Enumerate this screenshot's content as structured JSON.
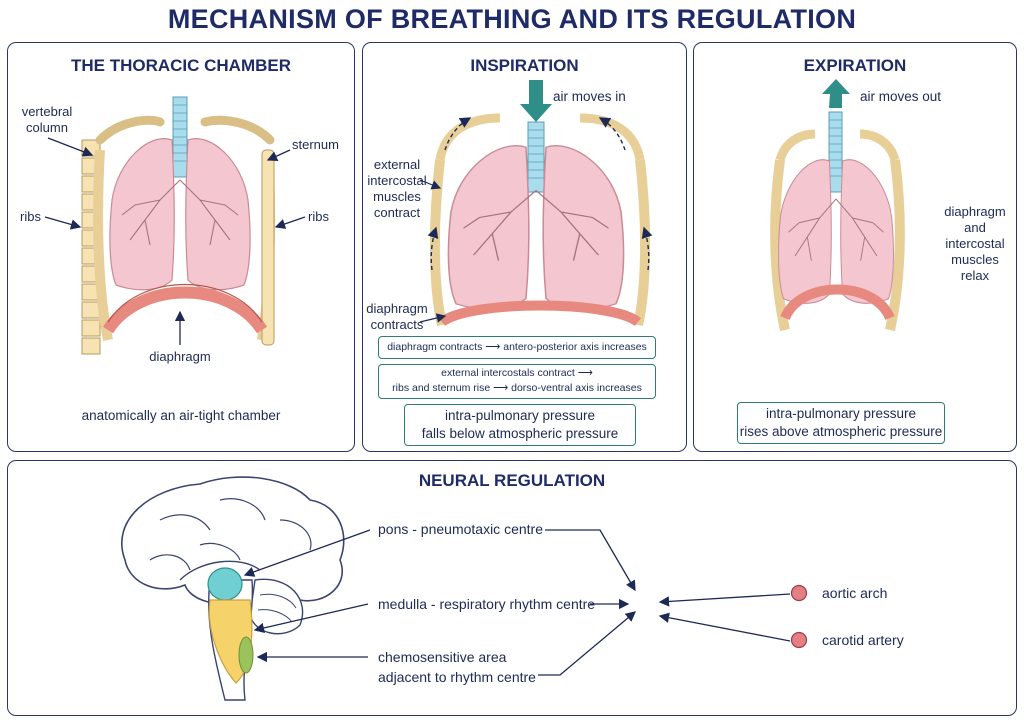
{
  "title": "MECHANISM OF BREATHING AND ITS REGULATION",
  "thoracic": {
    "title": "THE THORACIC CHAMBER",
    "vertebral_column": "vertebral\ncolumn",
    "sternum": "sternum",
    "ribs_left": "ribs",
    "ribs_right": "ribs",
    "diaphragm": "diaphragm",
    "caption": "anatomically an air-tight chamber"
  },
  "inspiration": {
    "title": "INSPIRATION",
    "air": "air moves in",
    "muscles": "external\nintercostal\nmuscles\ncontract",
    "diaphragm": "diaphragm\ncontracts",
    "box1_a": "diaphragm contracts",
    "box1_b": "antero-posterior axis increases",
    "box2_a": "external intercostals contract",
    "box2_b": "ribs and sternum rise",
    "box2_c": "dorso-ventral axis increases",
    "pressure": "intra-pulmonary pressure\nfalls below atmospheric pressure"
  },
  "expiration": {
    "title": "EXPIRATION",
    "air": "air moves out",
    "relax": "diaphragm\nand\nintercostal\nmuscles\nrelax",
    "pressure": "intra-pulmonary pressure\nrises above atmospheric pressure"
  },
  "neural": {
    "title": "NEURAL REGULATION",
    "pons": "pons  -  pneumotaxic centre",
    "medulla": "medulla  -  respiratory rhythm centre",
    "chemo": "chemosensitive area\nadjacent to rhythm centre",
    "aortic": "aortic arch",
    "carotid": "carotid artery"
  },
  "colors": {
    "navy": "#1e2b66",
    "lung": "#f4c6cf",
    "trachea": "#a9dcec",
    "diaphragm": "#e7897f",
    "teal": "#2f8f88",
    "pons": "#6fcfd3",
    "medulla": "#f5d36a",
    "chemo": "#9cc35b",
    "receptor": "#e57f86"
  }
}
